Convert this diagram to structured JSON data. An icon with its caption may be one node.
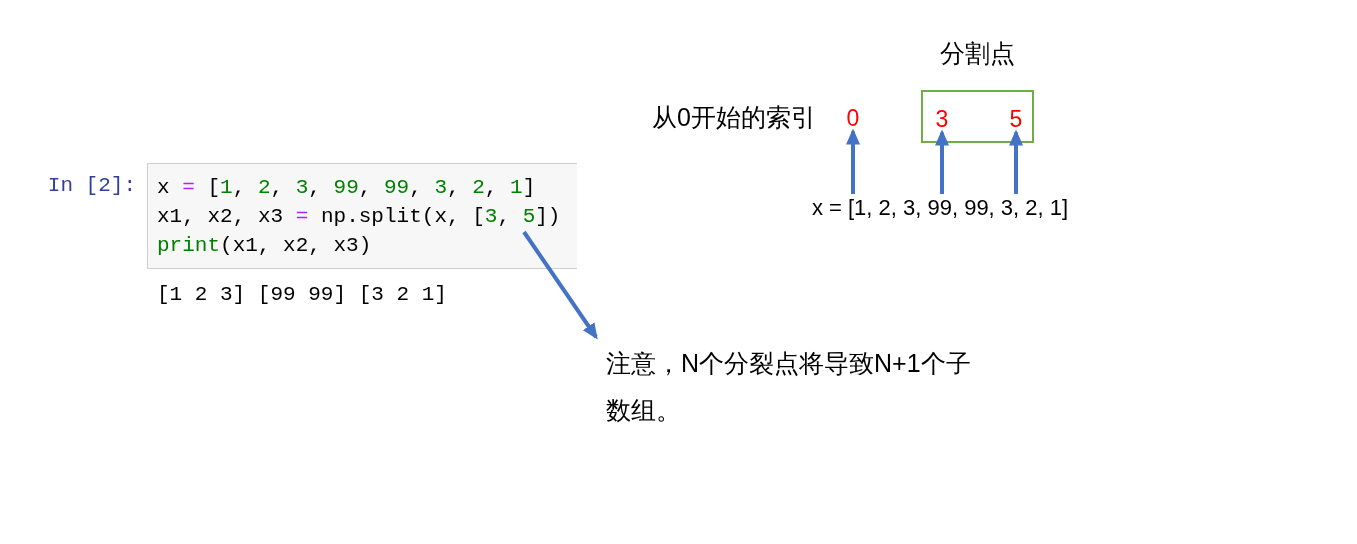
{
  "diagram": {
    "nodes": [
      {
        "text": [
          "x = [1, 2, 3, 99, 99, 3, 2, 1]",
          "x1, x2, x3 = np.split(x, [3, 5])",
          "print(x1, x2, x3)"
        ],
        "beside": [
          "In [2]:",
          "[1 2 3] [99 99] [3 2 1]"
        ]
      },
      {
        "text": [
          "0"
        ]
      },
      {
        "text": [
          "分割点"
        ]
      },
      {
        "text": [
          "3"
        ],
        "in": 2
      },
      {
        "text": [
          "5"
        ],
        "in": 2
      },
      {
        "text": [
          "x = [1, 2, 3, 99, 99, 3, 2, 1]"
        ]
      },
      {
        "text": [
          "注意，N个分裂点将导致N+1个子数组。"
        ]
      }
    ],
    "edges": [
      {
        "from": 5,
        "to": 1,
        "arrow": "to"
      },
      {
        "from": 5,
        "to": 3,
        "arrow": "to"
      },
      {
        "from": 5,
        "to": 4,
        "arrow": "to"
      },
      {
        "from": 0,
        "to": 6,
        "arrow": "to"
      }
    ],
    "labels": [
      "从0开始的索引"
    ]
  }
}
